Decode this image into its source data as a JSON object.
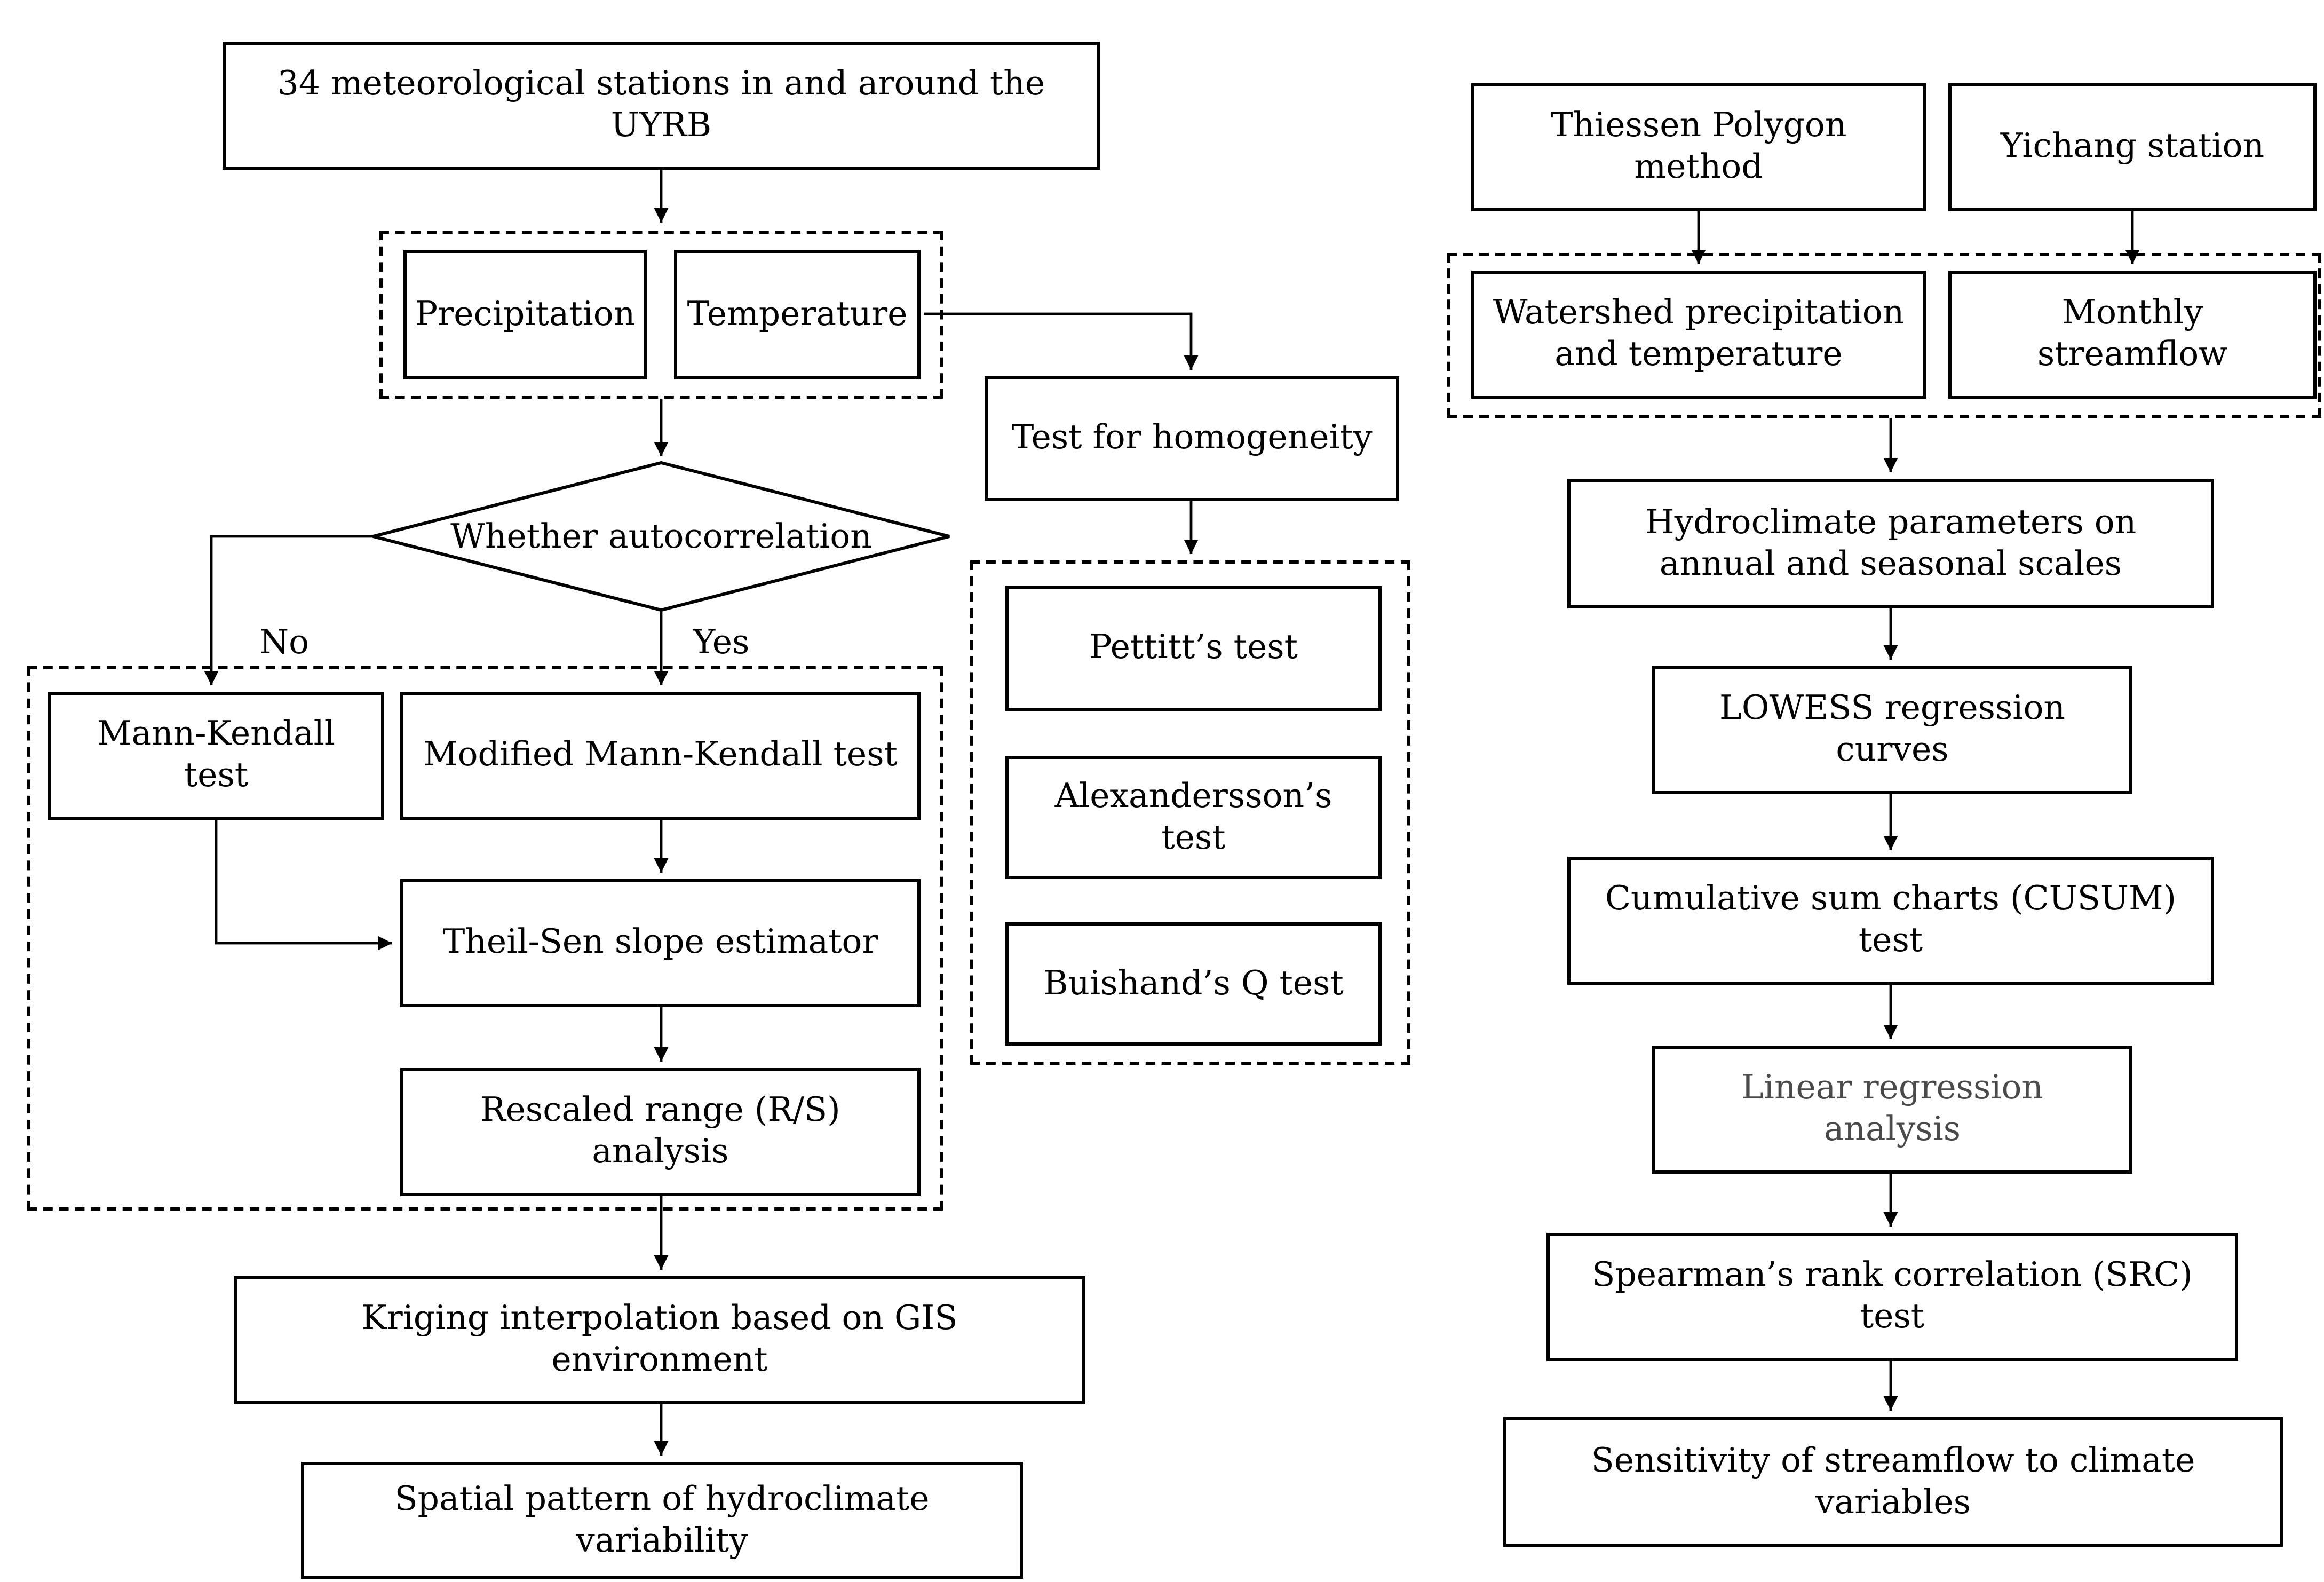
{
  "diagram": {
    "type": "flowchart",
    "colors": {
      "line": "#000000",
      "text": "#000000",
      "muted_text": "#4a4a4a",
      "background": "#ffffff"
    },
    "nodes": {
      "stations": {
        "label": "34 meteorological stations in and around the UYRB"
      },
      "precipitation": {
        "label": "Precipitation"
      },
      "temperature": {
        "label": "Temperature"
      },
      "autocorrelation_decision": {
        "label": "Whether autocorrelation"
      },
      "branch_no": {
        "label": "No"
      },
      "branch_yes": {
        "label": "Yes"
      },
      "mann_kendall": {
        "label": "Mann-Kendall test"
      },
      "modified_mann_kendall": {
        "label": "Modified Mann-Kendall test"
      },
      "theil_sen": {
        "label": "Theil-Sen slope estimator"
      },
      "rescaled_range": {
        "label": "Rescaled range (R/S) analysis"
      },
      "kriging": {
        "label": "Kriging interpolation based on GIS environment"
      },
      "spatial_pattern": {
        "label": "Spatial pattern of hydroclimate variability"
      },
      "test_homogeneity": {
        "label": "Test for homogeneity"
      },
      "pettitt": {
        "label": "Pettitt’s test"
      },
      "alexandersson": {
        "label": "Alexandersson’s test"
      },
      "buishand": {
        "label": "Buishand’s Q test"
      },
      "thiessen": {
        "label": "Thiessen Polygon method"
      },
      "yichang": {
        "label": "Yichang station"
      },
      "watershed": {
        "label": "Watershed precipitation and temperature"
      },
      "monthly_streamflow": {
        "label": "Monthly streamflow"
      },
      "hydroclimate_params": {
        "label": "Hydroclimate parameters on annual and seasonal scales"
      },
      "lowess": {
        "label": "LOWESS regression curves"
      },
      "cusum": {
        "label": "Cumulative sum charts (CUSUM) test"
      },
      "linear_regression": {
        "label": "Linear regression analysis"
      },
      "spearman": {
        "label": "Spearman’s rank correlation (SRC) test"
      },
      "sensitivity": {
        "label": "Sensitivity of streamflow to climate variables"
      }
    }
  }
}
